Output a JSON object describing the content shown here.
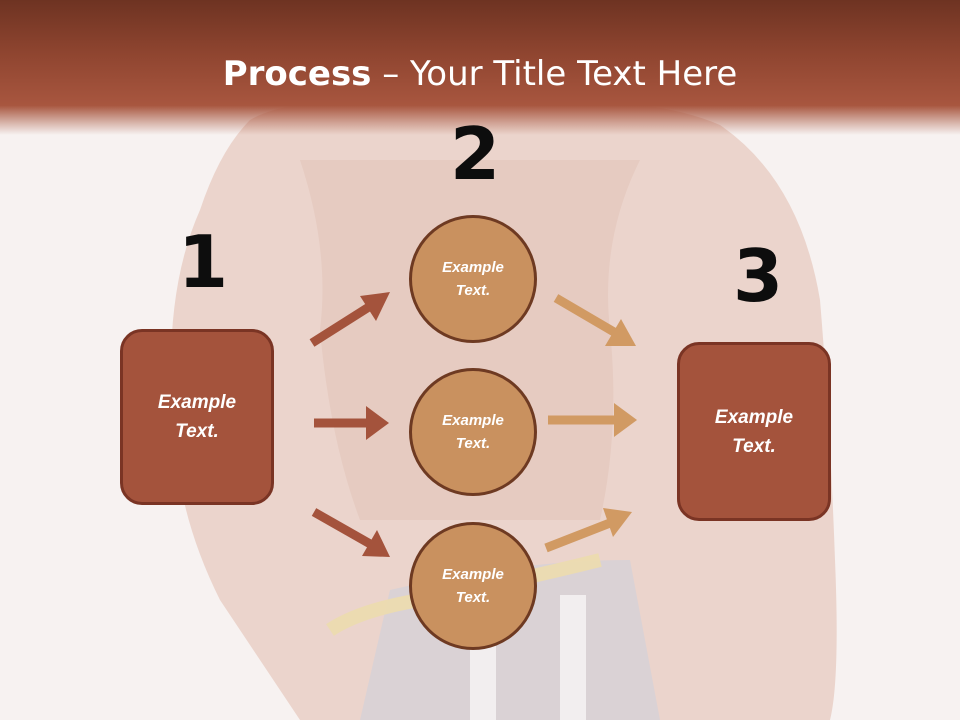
{
  "title": {
    "bold": "Process",
    "rest": " – Your Title Text Here"
  },
  "steps": [
    {
      "number": "1",
      "text": "Example\nText."
    },
    {
      "number": "2"
    },
    {
      "number": "3",
      "text": "Example\nText."
    }
  ],
  "circles": [
    {
      "text": "Example\nText."
    },
    {
      "text": "Example\nText."
    },
    {
      "text": "Example\nText."
    }
  ],
  "colors": {
    "header": "#8f4530",
    "box_fill": "#a4533c",
    "circle_fill": "#c9915f",
    "arrow_dark": "#a4533c",
    "arrow_light": "#d19a63"
  }
}
